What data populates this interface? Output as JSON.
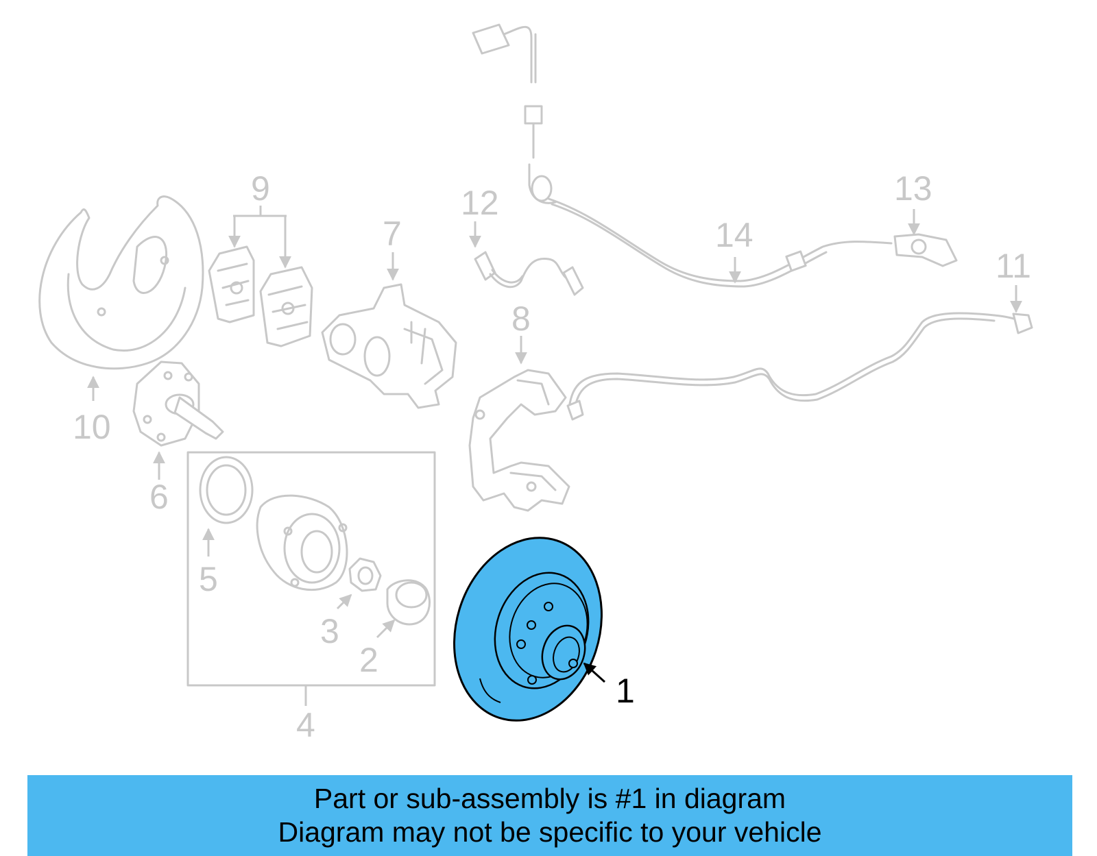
{
  "callouts": {
    "c1": "1",
    "c2": "2",
    "c3": "3",
    "c4": "4",
    "c5": "5",
    "c6": "6",
    "c7": "7",
    "c8": "8",
    "c9": "9",
    "c10": "10",
    "c11": "11",
    "c12": "12",
    "c13": "13",
    "c14": "14"
  },
  "highlighted_part": "1",
  "colors": {
    "highlight": "#4cb8f0",
    "ghost_line": "#c8c8c8",
    "banner": "#4cb8f0"
  },
  "banner": {
    "line1": "Part or sub-assembly is #1 in diagram",
    "line2": "Diagram may not be specific to your vehicle"
  }
}
